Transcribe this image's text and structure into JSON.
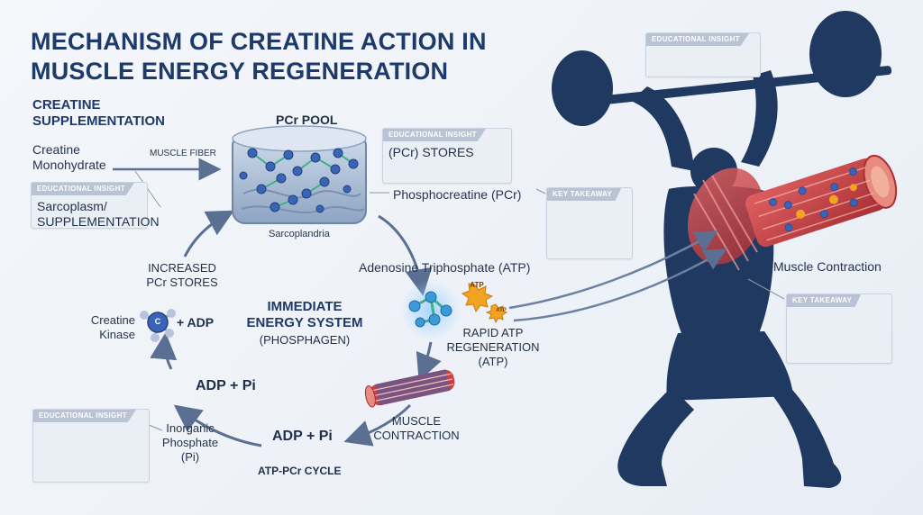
{
  "title": "MECHANISM OF CREATINE ACTION IN MUSCLE ENERGY REGENERATION",
  "section_left": "CREATINE SUPPLEMENTATION",
  "labels": {
    "creatine_monohydrate": "Creatine Monohydrate",
    "muscle_fiber": "MUSCLE FIBER",
    "pcr_pool": "PCr POOL",
    "phosphocreatine": "Phosphocreatine (PCr)",
    "sarcoplandria": "Sarcoplandria",
    "atp_full": "Adenosine Triphosphate (ATP)",
    "increased_pcr": "INCREASED PCr STORES",
    "immediate_energy": "IMMEDIATE ENERGY SYSTEM",
    "phosphagen": "(PHOSPHAGEN)",
    "creatine_kinase": "Creatine Kinase",
    "plus_adp": "+ ADP",
    "adp_pi_left": "ADP + Pi",
    "adp_pi_bottom": "ADP + Pi",
    "inorganic_phosphate": "Inorganic Phosphate (Pi)",
    "atp_pcr_cycle": "ATP-PCr CYCLE",
    "rapid_atp": "RAPID ATP REGENERATION",
    "rapid_atp_sub": "(ATP)",
    "muscle_contraction_bottom": "MUSCLE CONTRACTION",
    "muscle_contraction_right": "Muscle Contraction",
    "atp_badge": "ATP",
    "kinase_letter": "C"
  },
  "cards": {
    "sarcoplasm": {
      "tag": "EDUCATIONAL INSIGHT",
      "text": "Sarcoplasm/ SUPPLEMENTATION"
    },
    "pcr_stores": {
      "tag": "EDUCATIONAL INSIGHT",
      "text": "(PCr) STORES"
    },
    "top_right": {
      "tag": "EDUCATIONAL INSIGHT",
      "text": ""
    },
    "key_takeaway_mid": {
      "tag": "KEY TAKEAWAY",
      "text": ""
    },
    "key_takeaway_right": {
      "tag": "KEY TAKEAWAY",
      "text": ""
    },
    "bottom_left": {
      "tag": "EDUCATIONAL INSIGHT",
      "text": ""
    }
  },
  "colors": {
    "navy": "#1d3a6b",
    "silhouette": "#1f3961",
    "muscle_red": "#c8403f",
    "molecule_blue": "#3a64b8",
    "atp_orange": "#f2a320",
    "arrow": "#5b6f92"
  }
}
